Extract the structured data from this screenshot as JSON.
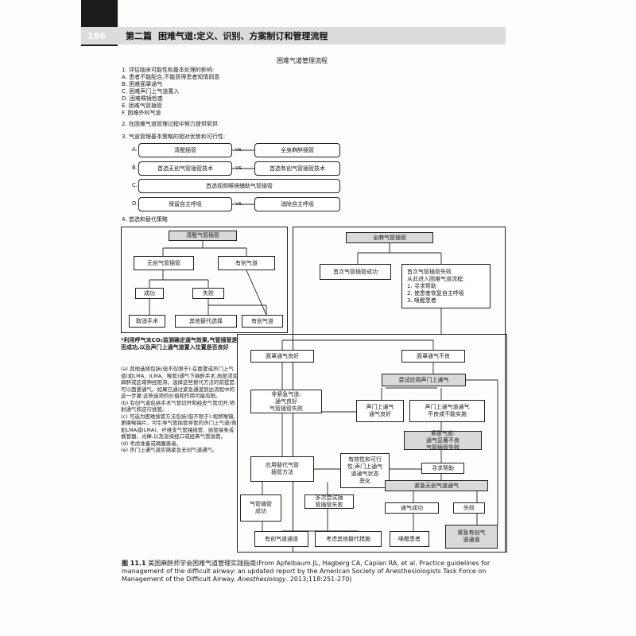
{
  "header": {
    "page_number": "196",
    "part": "第二篇",
    "chapter": "困难气道:定义、识别、方案制订和管理流程"
  },
  "figure_title": "困难气道管理流程",
  "steps": {
    "s1_title": "1. 评估临床可能性和基本处理的影响:",
    "s1_items": [
      "A. 患者不能配合,不能获得患者知情同意",
      "B. 困难面罩通气",
      "C. 困难声门上气道置入",
      "D. 困难喉镜检查",
      "E. 困难气管插管",
      "F. 困难外科气道"
    ],
    "s2": "2. 在困难气道管理过程中努力提供氧供",
    "s3": "3. 气道管理基本策略的相对优势和可行性:",
    "s3_rows": [
      {
        "letter": "A.",
        "left": "清醒插管",
        "vs": "vs.",
        "right": "全身麻醉插管"
      },
      {
        "letter": "B.",
        "left": "首选无创气管插管技术",
        "vs": "vs.",
        "right": "首选有创气管插管技术"
      },
      {
        "letter": "C.",
        "full": "首选视频喉镜辅助气管插管"
      },
      {
        "letter": "D.",
        "left": "保留自主呼吸",
        "vs": "vs.",
        "right": "消除自主呼吸"
      }
    ],
    "s4": "4. 首选和替代策略"
  },
  "flow": {
    "awake": "清醒气管插管",
    "noninvasive": "无创气管插管",
    "invasive": "有创气道",
    "succeed": "成功",
    "fail": "失败",
    "cancel": "取消手术",
    "other_option": "其他替代选择",
    "invasive2": "有创气道",
    "ga": "全麻气管插管",
    "first_success": "首次气管插管成功",
    "first_fail": "首次气管插管失败",
    "from_now": "从此进入困难气道流程:",
    "from_items": [
      "1. 寻求帮助",
      "2. 使患者恢复自主呼吸",
      "3. 唤醒患者"
    ],
    "mask_ok": "面罩通气良好",
    "mask_bad": "面罩通气不良",
    "try_sga": "尝试应用声门上通气",
    "non_emergent": "非紧急气道:\n通气良好\n气管插管失败",
    "sga_ok": "声门上通气\n通气良好",
    "sga_bad": "声门上通气道通气\n不良或不能实施",
    "emergency": "紧急气道:\n通气显著不良\n气管插管失败",
    "alt_approach": "应用替代气管\n插管方法",
    "consider": "有效性和可行\n性:声门上通气\n道通气状态\n恶化",
    "help": "寻求帮助",
    "em_noninv": "紧急无创气道通气",
    "vent_success": "通气成功",
    "fail2": "失败",
    "tube_success": "气管插管\n成功",
    "multi_fail": "多次尝试插\n管插管失败",
    "invasive_airway": "有创气道通道",
    "other_alt": "考虑其他替代措施",
    "wake": "唤醒患者",
    "em_invasive": "紧急有创气\n道通道"
  },
  "notes": {
    "star": "*利用呼气末CO₂监测确定通气效果,气管插管是否成功,以及声门上通气道置入位置是否良好",
    "a": "(a) 其他选择包括(但不仅限于):在面罩或声门上气道(如LMA、ILMA、喉管)通气下麻醉手术,局部浸润麻醉或区域神经阻滞。选择这些替代方法的前提是:可以面罩通气。如果已通过紧急通道到达流程中的这一步骤,这些选项的价值和作用可能有限。",
    "b": "(b) 有创气道包括手术气管切开和经皮气管切开,喷射通气和逆行插管。",
    "c": "(c) 可选为困难插管方法包括(但不限于):视频喉镜、更换喉镜片、可引导气管插管导管的声门上气道(例如LMA或ILMA)、纤维支气管镜插管、插管探条或换管器、光棒,以及盲探经口或经鼻气管插管。",
    "d": "(d) 考虑准备或唤醒患者。",
    "e": "(e) 声门上通气道实施紧急无创气道通气。"
  },
  "caption": {
    "label": "图 11.1",
    "text_cn": "美国麻醉师学会困难气道管理实践指南(From Apfelbaum JL, Hagberg CA, Caplan RA, et al. Practice guidelines for management of the difficult airway: an updated report by the American Society of Anesthesiologists Task Force on Management of the Difficult Airway. ",
    "journal": "Anesthesiology",
    "cite": ". 2013;118:251-270)"
  }
}
